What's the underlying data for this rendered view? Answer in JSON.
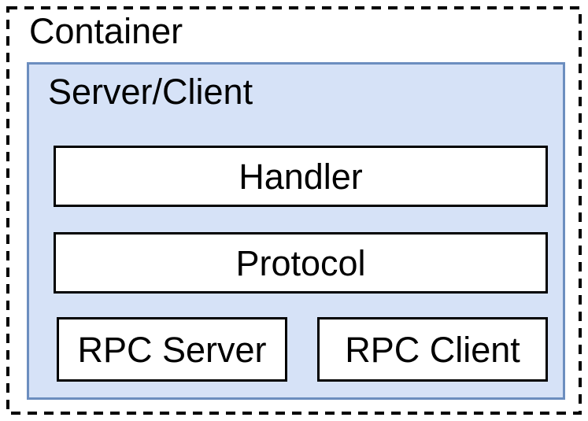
{
  "diagram": {
    "container": {
      "label": "Container"
    },
    "group": {
      "label": "Server/Client",
      "children": {
        "handler": "Handler",
        "protocol": "Protocol",
        "rpc_server": "RPC Server",
        "rpc_client": "RPC Client"
      }
    },
    "colors": {
      "page_bg": "#ffffff",
      "outer_border": "#000000",
      "group_fill": "#d6e2f7",
      "group_border": "#6c8ebf",
      "box_fill": "#ffffff",
      "box_border": "#000000",
      "text": "#000000"
    }
  }
}
